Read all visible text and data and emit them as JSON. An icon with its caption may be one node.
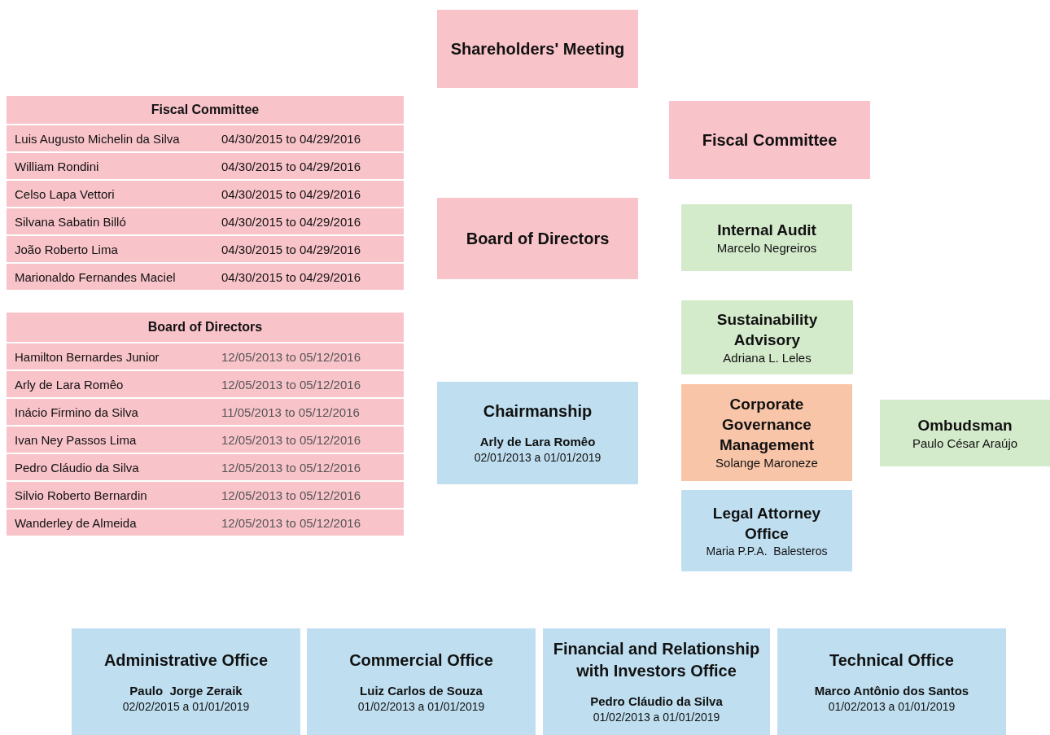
{
  "diagram": {
    "nodes": [
      {
        "text": [
          "Shareholders' Meeting"
        ]
      },
      {
        "text": [
          "Fiscal Committee"
        ]
      },
      {
        "text": [
          "Board of Directors"
        ]
      },
      {
        "text": [
          "Internal Audit",
          "Marcelo Negreiros"
        ]
      },
      {
        "text": [
          "Sustainability Advisory",
          "Adriana L. Leles"
        ]
      },
      {
        "text": [
          "Chairmanship",
          "Arly de Lara Romêo",
          "02/01/2013 a 01/01/2019"
        ]
      },
      {
        "text": [
          "Corporate Governance Management",
          "Solange Maroneze"
        ]
      },
      {
        "text": [
          "Ombudsman",
          "Paulo César Araújo"
        ]
      },
      {
        "text": [
          "Legal Attorney Office",
          "Maria P.P.A.  Balesteros"
        ]
      },
      {
        "text": [
          "Administrative Office",
          "Paulo  Jorge Zeraik",
          "02/02/2015 a 01/01/2019"
        ]
      },
      {
        "text": [
          "Commercial Office",
          "Luiz Carlos de Souza",
          "01/02/2013 a 01/01/2019"
        ]
      },
      {
        "text": [
          "Financial and Relationship with Investors Office",
          "Pedro Cláudio da Silva",
          "01/02/2013 a 01/01/2019"
        ]
      },
      {
        "text": [
          "Technical Office",
          "Marco Antônio dos Santos",
          "01/02/2013 a 01/01/2019"
        ]
      }
    ],
    "labels": [
      "Fiscal Committee",
      "Luis Augusto Michelin da Silva",
      "04/30/2015 to 04/29/2016",
      "William Rondini",
      "04/30/2015 to 04/29/2016",
      "Celso Lapa Vettori",
      "04/30/2015 to 04/29/2016",
      "Silvana Sabatin Billó",
      "04/30/2015 to 04/29/2016",
      "João Roberto Lima",
      "04/30/2015 to 04/29/2016",
      "Marionaldo Fernandes Maciel",
      "04/30/2015 to 04/29/2016",
      "Board of Directors",
      "Hamilton Bernardes Junior",
      "12/05/2013 to 05/12/2016",
      "Arly de Lara Romêo",
      "12/05/2013 to 05/12/2016",
      "Inácio Firmino da Silva",
      "11/05/2013 to 05/12/2016",
      "Ivan Ney Passos Lima",
      "12/05/2013 to 05/12/2016",
      "Pedro Cláudio da Silva",
      "12/05/2013 to 05/12/2016",
      "Silvio Roberto Bernardin",
      "12/05/2013 to 05/12/2016",
      "Wanderley de Almeida",
      "12/05/2013 to 05/12/2016"
    ]
  }
}
